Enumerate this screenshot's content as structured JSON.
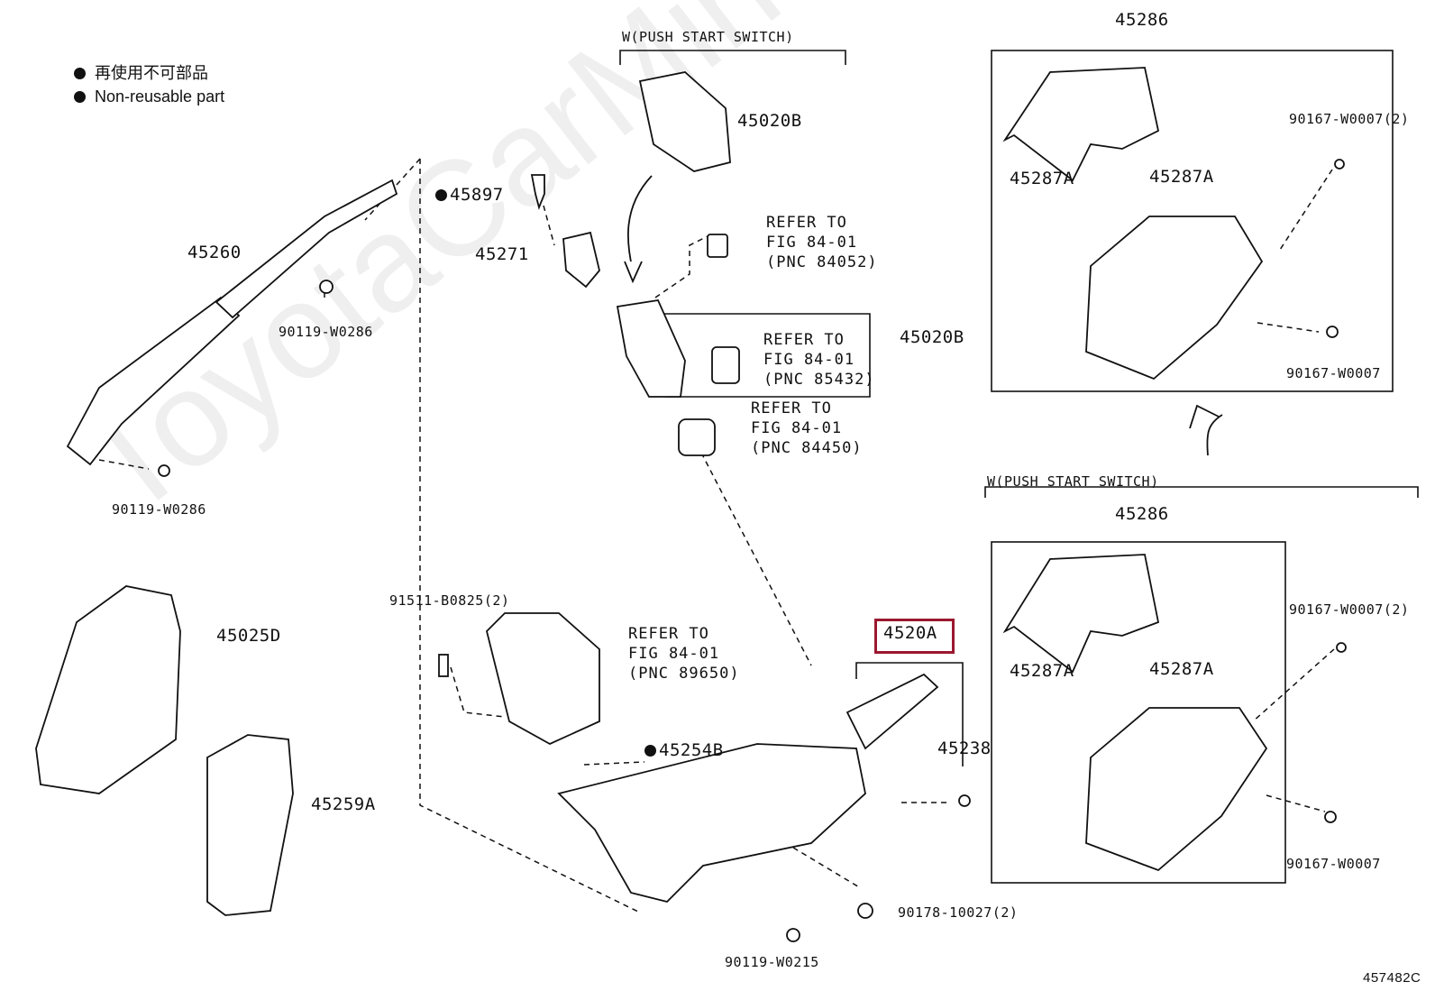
{
  "legend": {
    "line_jp": "再使用不可部品",
    "line_en": "Non-reusable part"
  },
  "watermark": "ToyotaCarMine.ru",
  "figure_id": "457482C",
  "variant_label_top": "W(PUSH START SWITCH)",
  "variant_label_right": "W(PUSH START SWITCH)",
  "highlighted_part": "4520A",
  "parts": {
    "p45020B_top": "45020B",
    "p45897": "45897",
    "p45271": "45271",
    "p45260": "45260",
    "p90119_w0286_a": "90119-W0286",
    "p90119_w0286_b": "90119-W0286",
    "p45020B_mid": "45020B",
    "p45025D": "45025D",
    "p45259A": "45259A",
    "p91511": "91511-B0825(2)",
    "p45254B": "45254B",
    "p45238": "45238",
    "p90178": "90178-10027(2)",
    "p90119_w0215": "90119-W0215",
    "p45286_top": "45286",
    "p45287A_1": "45287A",
    "p45287A_2": "45287A",
    "p90167_2_top": "90167-W0007(2)",
    "p90167_top": "90167-W0007",
    "p45286_bot": "45286",
    "p45287A_3": "45287A",
    "p45287A_4": "45287A",
    "p90167_2_bot": "90167-W0007(2)",
    "p90167_bot": "90167-W0007"
  },
  "refers": {
    "r84052": {
      "l1": "REFER TO",
      "l2": "FIG 84-01",
      "l3": "(PNC 84052)"
    },
    "r85432": {
      "l1": "REFER TO",
      "l2": "FIG 84-01",
      "l3": "(PNC 85432)"
    },
    "r84450": {
      "l1": "REFER TO",
      "l2": "FIG 84-01",
      "l3": "(PNC 84450)"
    },
    "r89650": {
      "l1": "REFER TO",
      "l2": "FIG 84-01",
      "l3": "(PNC 89650)"
    }
  },
  "colors": {
    "highlight": "#9b1830",
    "line": "#111111"
  }
}
